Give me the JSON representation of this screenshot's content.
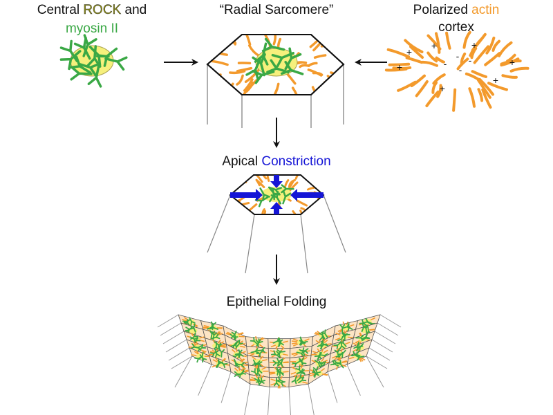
{
  "labels": {
    "central_prefix": "Central ",
    "central_rock": "ROCK",
    "central_suffix": " and",
    "central_myosin": "myosin II",
    "radial_sarcomere": "“Radial Sarcomere”",
    "polarized_prefix": "Polarized ",
    "polarized_actin": "actin",
    "polarized_cortex": "cortex",
    "apical_prefix": "Apical ",
    "apical_constriction": "Constriction",
    "epithelial_folding": "Epithelial Folding"
  },
  "polarity_marks": {
    "plus": "+",
    "minus": "-"
  },
  "colors": {
    "actin": "#f39a2c",
    "myosin": "#3aa845",
    "rock": "#8c8c14",
    "rock_area": "#f6f07c",
    "constriction": "#1515d6",
    "outline": "#111111"
  }
}
